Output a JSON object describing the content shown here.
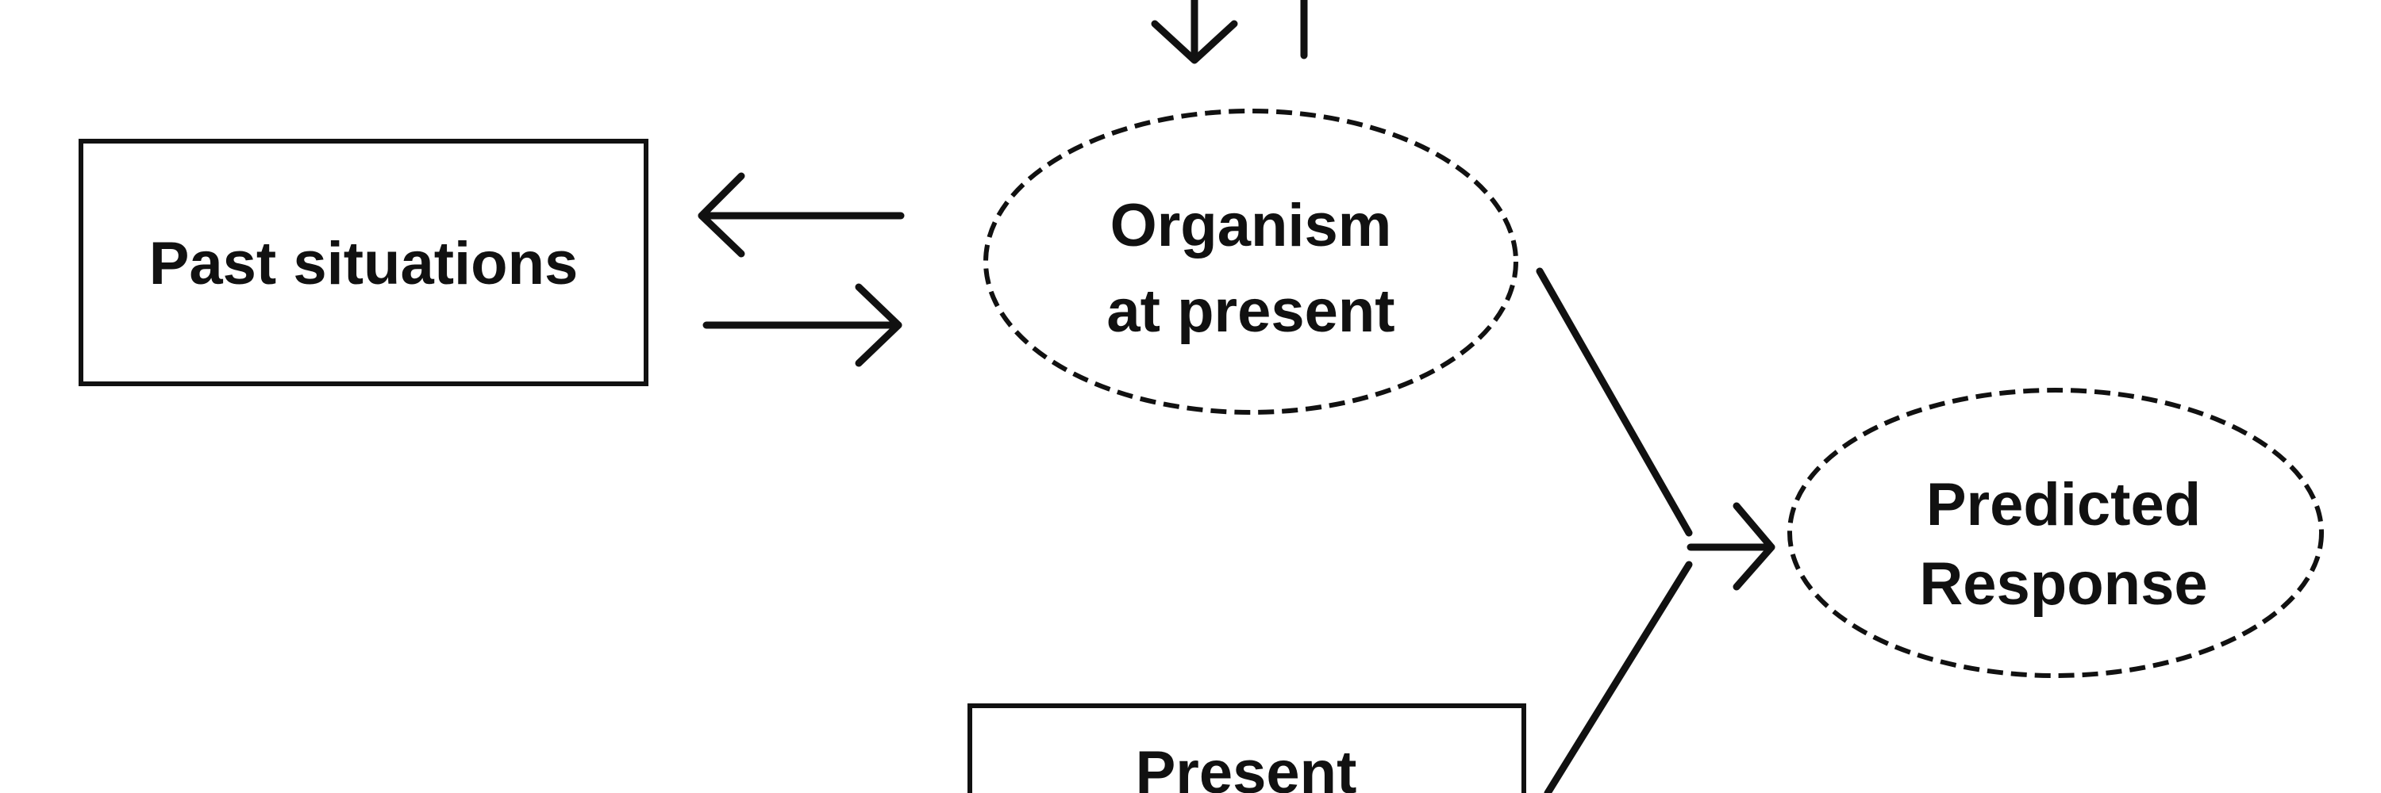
{
  "nodes": {
    "past_situations": {
      "label": "Past situations"
    },
    "organism_at_present": {
      "line1": "Organism",
      "line2": "at present"
    },
    "predicted_response": {
      "line1": "Predicted",
      "line2": "Response"
    },
    "present": {
      "label": "Present"
    }
  },
  "colors": {
    "ink": "#111111",
    "background": "#ffffff"
  }
}
